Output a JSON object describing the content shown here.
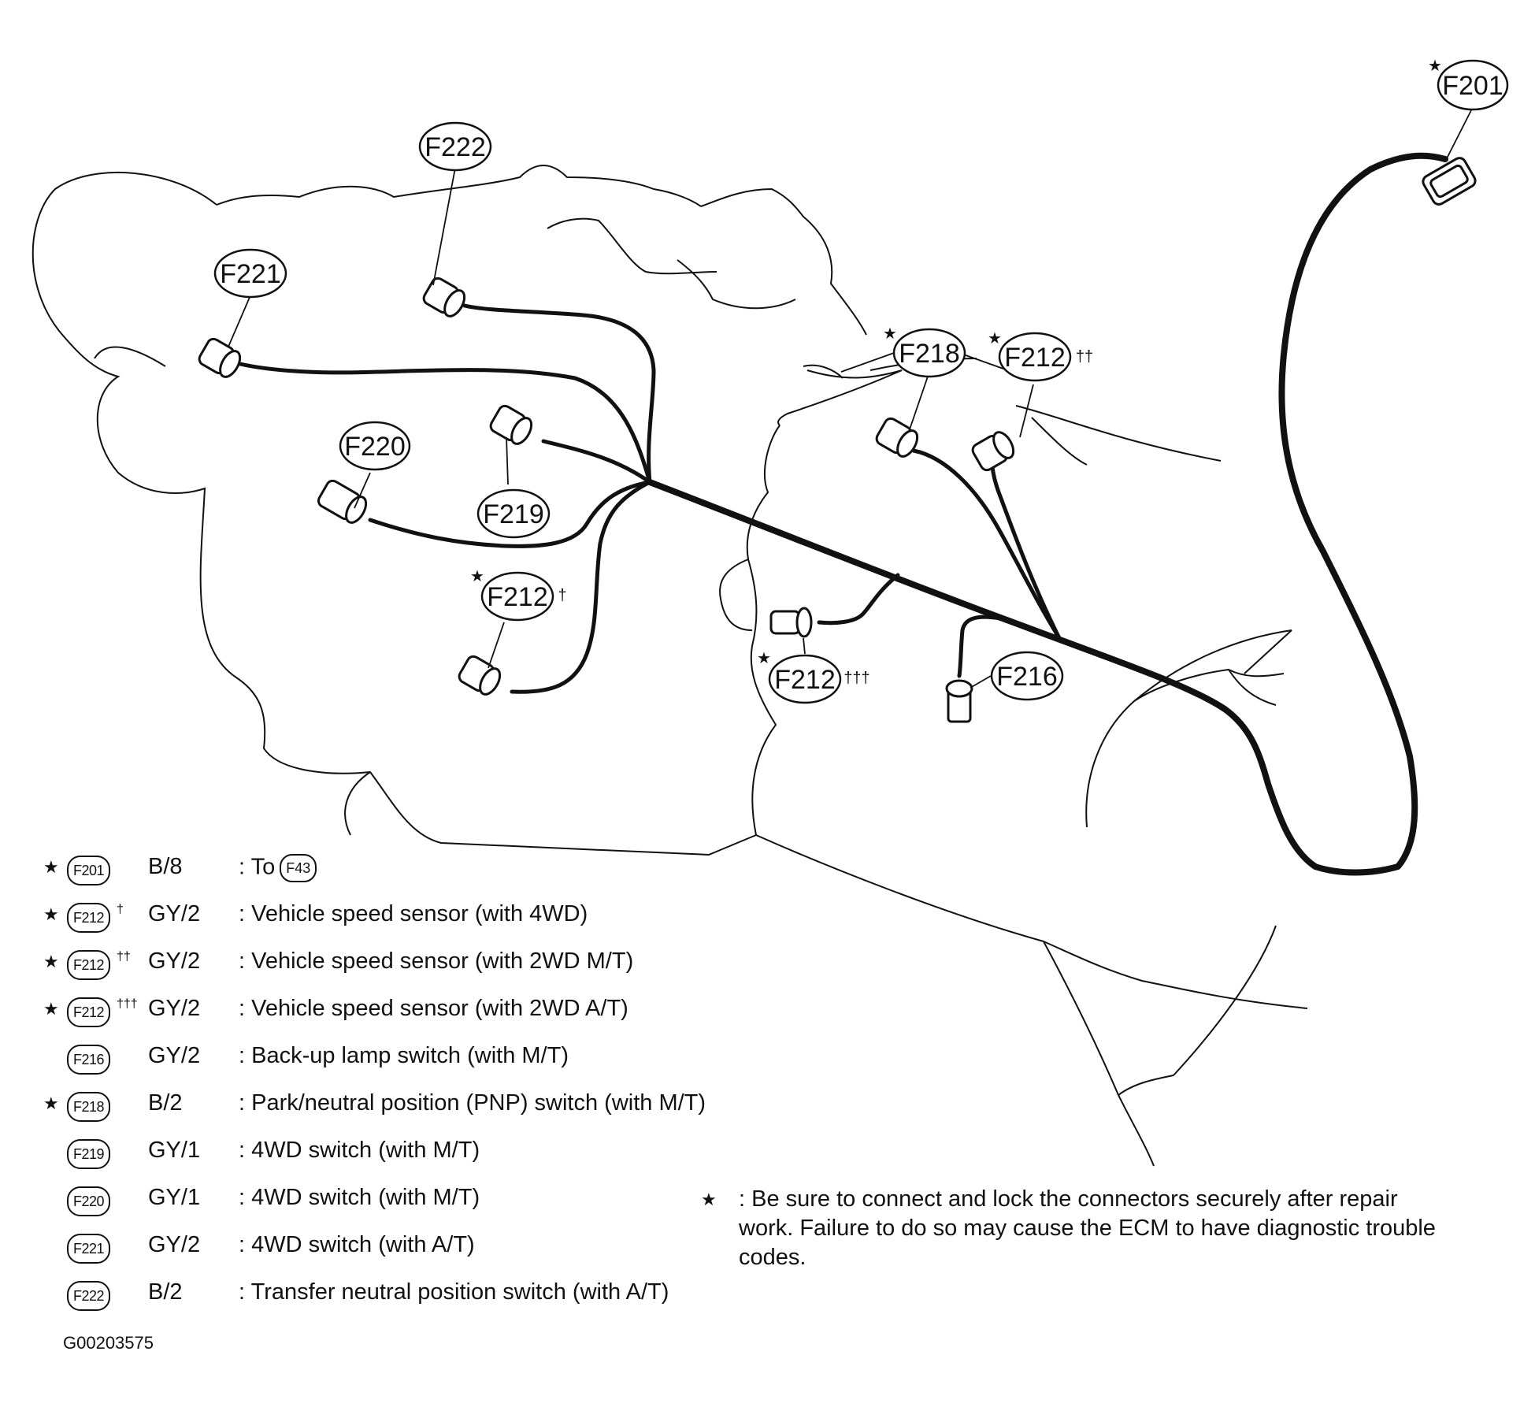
{
  "callouts": {
    "f201": {
      "id": "F201",
      "star": "★",
      "mark": ""
    },
    "f222": {
      "id": "F222",
      "star": "",
      "mark": ""
    },
    "f221": {
      "id": "F221",
      "star": "",
      "mark": ""
    },
    "f218": {
      "id": "F218",
      "star": "★",
      "mark": ""
    },
    "f212_top": {
      "id": "F212",
      "star": "★",
      "mark": "††"
    },
    "f220": {
      "id": "F220",
      "star": "",
      "mark": ""
    },
    "f219": {
      "id": "F219",
      "star": "",
      "mark": ""
    },
    "f212_left": {
      "id": "F212",
      "star": "★",
      "mark": "†"
    },
    "f212_mid": {
      "id": "F212",
      "star": "★",
      "mark": "†††"
    },
    "f216": {
      "id": "F216",
      "star": "",
      "mark": ""
    }
  },
  "legend": [
    {
      "star": "★",
      "connector": "F201",
      "mark": "",
      "code": "B/8",
      "desc": ": To",
      "to": "F43"
    },
    {
      "star": "★",
      "connector": "F212",
      "mark": "†",
      "code": "GY/2",
      "desc": ": Vehicle speed sensor (with 4WD)",
      "to": ""
    },
    {
      "star": "★",
      "connector": "F212",
      "mark": "††",
      "code": "GY/2",
      "desc": ": Vehicle speed sensor (with 2WD M/T)",
      "to": ""
    },
    {
      "star": "★",
      "connector": "F212",
      "mark": "†††",
      "code": "GY/2",
      "desc": ": Vehicle speed sensor (with 2WD A/T)",
      "to": ""
    },
    {
      "star": "",
      "connector": "F216",
      "mark": "",
      "code": "GY/2",
      "desc": ": Back-up lamp switch (with M/T)",
      "to": ""
    },
    {
      "star": "★",
      "connector": "F218",
      "mark": "",
      "code": "B/2",
      "desc": ": Park/neutral position (PNP) switch (with M/T)",
      "to": ""
    },
    {
      "star": "",
      "connector": "F219",
      "mark": "",
      "code": "GY/1",
      "desc": ": 4WD switch (with M/T)",
      "to": ""
    },
    {
      "star": "",
      "connector": "F220",
      "mark": "",
      "code": "GY/1",
      "desc": ": 4WD switch (with M/T)",
      "to": ""
    },
    {
      "star": "",
      "connector": "F221",
      "mark": "",
      "code": "GY/2",
      "desc": ": 4WD switch (with A/T)",
      "to": ""
    },
    {
      "star": "",
      "connector": "F222",
      "mark": "",
      "code": "B/2",
      "desc": ": Transfer neutral position switch (with A/T)",
      "to": ""
    }
  ],
  "note": {
    "star": "★",
    "text": ": Be sure to connect and lock the connectors securely after repair work. Failure to do so may cause the ECM to have diagnostic trouble codes."
  },
  "figure_id": "G00203575"
}
